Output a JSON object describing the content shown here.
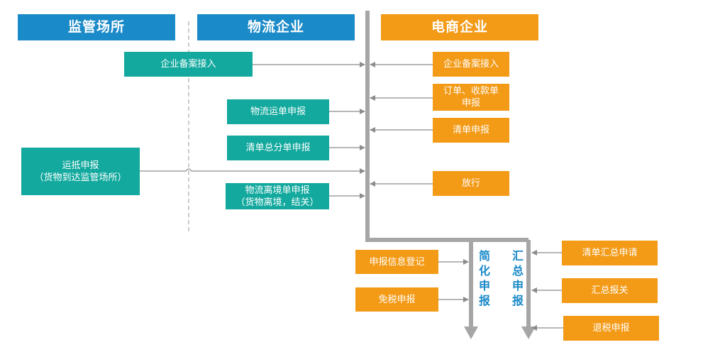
{
  "headers": {
    "regulator": "监管场所",
    "logistics": "物流企业",
    "ecommerce": "电商企业"
  },
  "logistics_boxes": {
    "filing_left": "企业备案接入",
    "waybill": "物流运单申报",
    "manifest": "清单总分单申报",
    "arrival_line1": "运抵申报",
    "arrival_line2": "（货物到达监管场所）",
    "departure_line1": "物流离境单申报",
    "departure_line2": "（货物离境，结关）"
  },
  "ecommerce_boxes": {
    "filing_right": "企业备案接入",
    "order_line1": "订单、收款单",
    "order_line2": "申报",
    "list_declare": "清单申报",
    "release": "放行"
  },
  "simplified_branch": {
    "label": "简化申报",
    "info_register": "申报信息登记",
    "tax_free": "免税申报"
  },
  "summary_branch": {
    "label": "汇总申报",
    "list_summary_apply": "清单汇总申请",
    "summary_customs": "汇总报关",
    "tax_refund": "退税申报"
  },
  "colors": {
    "header_blue": "#1b8ac8",
    "ecommerce_orange": "#f39a16",
    "logistics_teal": "#13a99e",
    "connector_gray": "#a6a6a6"
  }
}
